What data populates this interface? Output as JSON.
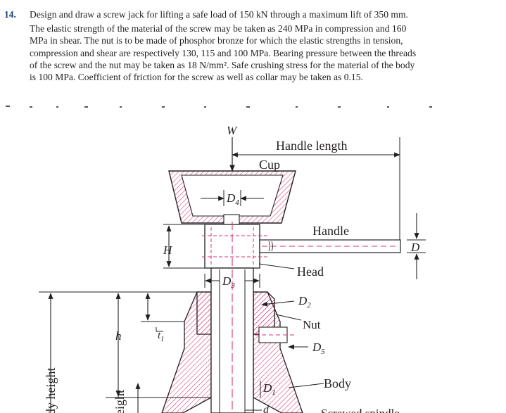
{
  "problem": {
    "number": "14.",
    "lines": [
      "Design and draw a screw jack for lifting a safe load of 150 kN through a maximum lift of 350 mm.",
      "The elastic strength of the material of the screw may be taken as 240 MPa in compression and 160",
      "MPa in shear. The nut is to be made of phosphor bronze for which the elastic strengths in tension,",
      "compression and shear are respectively 130, 115 and 100 MPa. Bearing pressure between the threads",
      "of the screw and the nut may be taken as 18 N/mm². Safe crushing stress for the material of the body",
      "is 100 MPa. Coefficient of friction for the screw as well as collar may be taken as 0.15."
    ]
  },
  "figure": {
    "labels": {
      "W": "W",
      "handle_length": "Handle length",
      "cup": "Cup",
      "d4": "D",
      "d4_sub": "4",
      "handle": "Handle",
      "h_upper": "H",
      "d_right": "D",
      "head": "Head",
      "d3": "D",
      "d3_sub": "3",
      "d2": "D",
      "d2_sub": "2",
      "t1": "t",
      "t1_sub": "1",
      "nut": "Nut",
      "h_lower": "h",
      "d5": "D",
      "d5_sub": "5",
      "body": "Body",
      "d1": "D",
      "d1_sub": "1",
      "d_small": "d",
      "body_height": "dy height",
      "height": "eight",
      "screwed_spindle": "Screwed spindle"
    },
    "colors": {
      "hatch": "#d8337a",
      "dash": "#d8337a",
      "outline": "#231f20"
    }
  }
}
